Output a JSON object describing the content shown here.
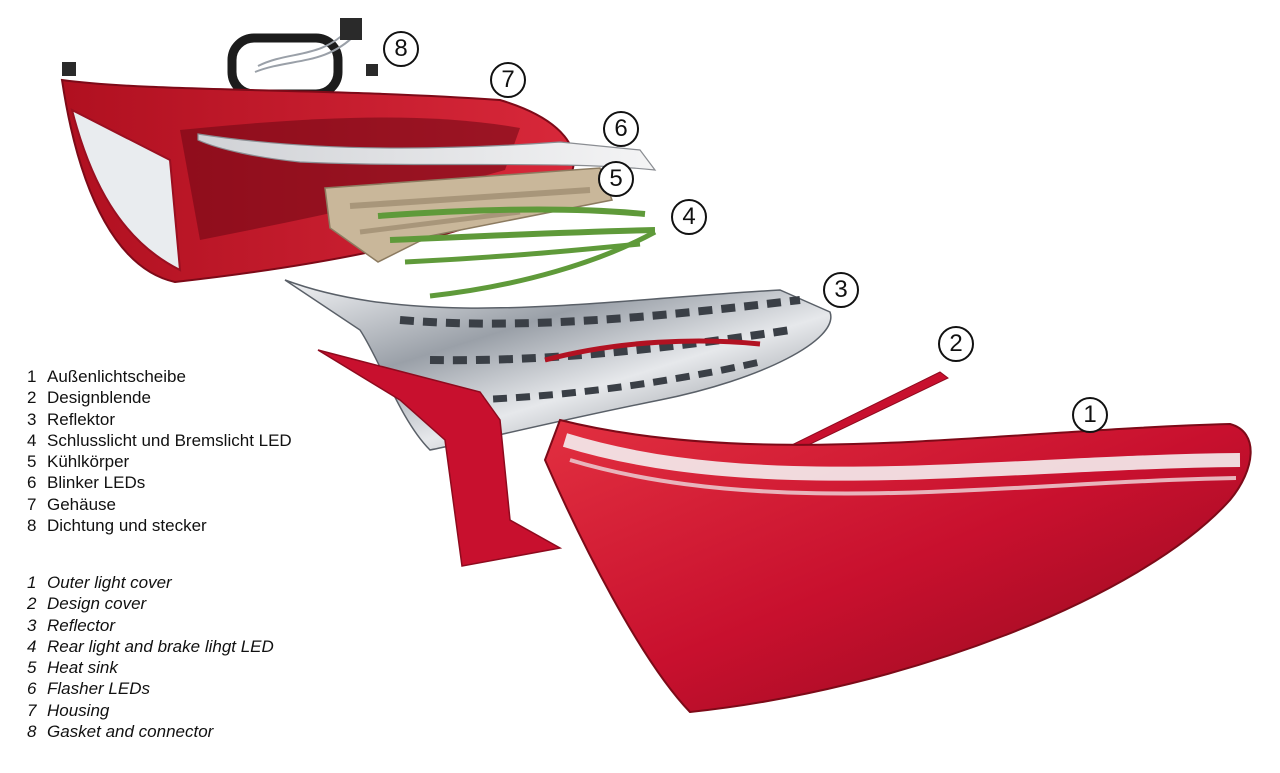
{
  "legend_german": [
    {
      "num": "1",
      "label": "Außenlichtscheibe"
    },
    {
      "num": "2",
      "label": "Designblende"
    },
    {
      "num": "3",
      "label": "Reflektor"
    },
    {
      "num": "4",
      "label": "Schlusslicht und Bremslicht LED"
    },
    {
      "num": "5",
      "label": "Kühlkörper"
    },
    {
      "num": "6",
      "label": "Blinker LEDs"
    },
    {
      "num": "7",
      "label": "Gehäuse"
    },
    {
      "num": "8",
      "label": "Dichtung und stecker"
    }
  ],
  "legend_english": [
    {
      "num": "1",
      "label": "Outer light cover"
    },
    {
      "num": "2",
      "label": "Design cover"
    },
    {
      "num": "3",
      "label": "Reflector"
    },
    {
      "num": "4",
      "label": "Rear light and brake lihgt LED"
    },
    {
      "num": "5",
      "label": "Heat sink"
    },
    {
      "num": "6",
      "label": "Flasher LEDs"
    },
    {
      "num": "7",
      "label": "Housing"
    },
    {
      "num": "8",
      "label": "Gasket and connector"
    }
  ],
  "callouts": {
    "c1": "1",
    "c2": "2",
    "c3": "3",
    "c4": "4",
    "c5": "5",
    "c6": "6",
    "c7": "7",
    "c8": "8"
  },
  "colors": {
    "lens_red": "#c8102e",
    "chrome": "#b9bcc2",
    "heat_sink": "#c9b79a",
    "led_board": "#5f9a3a"
  }
}
